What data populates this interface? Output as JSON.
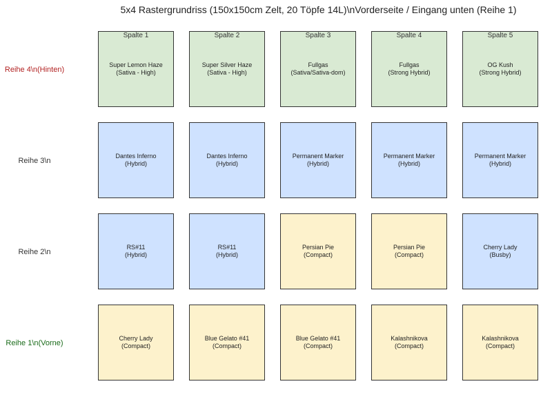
{
  "title": "5x4 Rastergrundriss (150x150cm Zelt, 20 Töpfe 14L)\\nVorderseite / Eingang unten (Reihe 1)",
  "colors": {
    "sativa": "#d9ead3",
    "hybrid": "#cfe2ff",
    "compact": "#fdf2cc",
    "label_back": "#b22222",
    "label_front": "#1a6b1a",
    "label_default": "#333333"
  },
  "columns": [
    "Spalte 1",
    "Spalte 2",
    "Spalte 3",
    "Spalte 4",
    "Spalte 5"
  ],
  "rows": [
    {
      "label": "Reihe 4\\n(Hinten)",
      "color_key": "label_back",
      "cells": [
        {
          "name": "Super Lemon Haze",
          "type": "(Sativa - High)",
          "fill": "sativa"
        },
        {
          "name": "Super Silver Haze",
          "type": "(Sativa - High)",
          "fill": "sativa"
        },
        {
          "name": "Fullgas",
          "type": "(Sativa/Sativa-dom)",
          "fill": "sativa"
        },
        {
          "name": "Fullgas",
          "type": "(Strong Hybrid)",
          "fill": "sativa"
        },
        {
          "name": "OG Kush",
          "type": "(Strong Hybrid)",
          "fill": "sativa"
        }
      ]
    },
    {
      "label": "Reihe 3\\n",
      "color_key": "label_default",
      "cells": [
        {
          "name": "Dantes Inferno",
          "type": "(Hybrid)",
          "fill": "hybrid"
        },
        {
          "name": "Dantes Inferno",
          "type": "(Hybrid)",
          "fill": "hybrid"
        },
        {
          "name": "Permanent Marker",
          "type": "(Hybrid)",
          "fill": "hybrid"
        },
        {
          "name": "Permanent Marker",
          "type": "(Hybrid)",
          "fill": "hybrid"
        },
        {
          "name": "Permanent Marker",
          "type": "(Hybrid)",
          "fill": "hybrid"
        }
      ]
    },
    {
      "label": "Reihe 2\\n",
      "color_key": "label_default",
      "cells": [
        {
          "name": "RS#11",
          "type": "(Hybrid)",
          "fill": "hybrid"
        },
        {
          "name": "RS#11",
          "type": "(Hybrid)",
          "fill": "hybrid"
        },
        {
          "name": "Persian Pie",
          "type": "(Compact)",
          "fill": "compact"
        },
        {
          "name": "Persian Pie",
          "type": "(Compact)",
          "fill": "compact"
        },
        {
          "name": "Cherry Lady",
          "type": "(Busby)",
          "fill": "hybrid"
        }
      ]
    },
    {
      "label": "Reihe 1\\n(Vorne)",
      "color_key": "label_front",
      "cells": [
        {
          "name": "Cherry Lady",
          "type": "(Compact)",
          "fill": "compact"
        },
        {
          "name": "Blue Gelato #41",
          "type": "(Compact)",
          "fill": "compact"
        },
        {
          "name": "Blue Gelato #41",
          "type": "(Compact)",
          "fill": "compact"
        },
        {
          "name": "Kalashnikova",
          "type": "(Compact)",
          "fill": "compact"
        },
        {
          "name": "Kalashnikova",
          "type": "(Compact)",
          "fill": "compact"
        }
      ]
    }
  ]
}
